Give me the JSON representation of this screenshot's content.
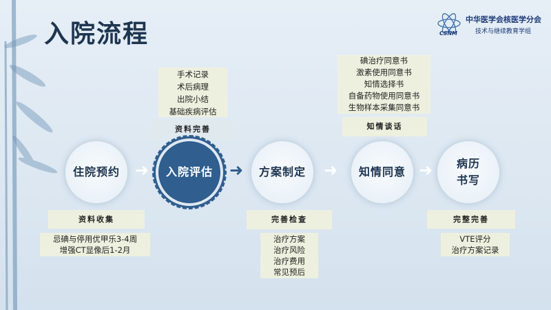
{
  "title": "入院流程",
  "logo": {
    "line1": "中华医学会核医学分会",
    "line2": "技术与继续教育学组",
    "mark": "CSNM"
  },
  "steps": [
    {
      "label": "住院预约"
    },
    {
      "label": "入院评估"
    },
    {
      "label": "方案制定"
    },
    {
      "label": "知情同意"
    },
    {
      "label": "病历",
      "label2": "书写"
    }
  ],
  "top_left": {
    "items": [
      "手术记录",
      "术后病理",
      "出院小结",
      "基础疾病评估"
    ],
    "header": "资料完善"
  },
  "top_right": {
    "items": [
      "碘治疗同意书",
      "激素使用同意书",
      "知情选择书",
      "自备药物使用同意书",
      "生物样本采集同意书"
    ],
    "header": "知情谈话"
  },
  "bottom_left": {
    "header": "资料收集",
    "items": [
      "忌碘与停用优甲乐3-4周",
      "增强CT显像后1-2月"
    ]
  },
  "bottom_mid": {
    "header": "完善检查",
    "items": [
      "治疗方案",
      "治疗风险",
      "治疗费用",
      "常见预后"
    ]
  },
  "bottom_right": {
    "header": "完整完善",
    "items": [
      "VTE评分",
      "治疗方案记录"
    ]
  }
}
